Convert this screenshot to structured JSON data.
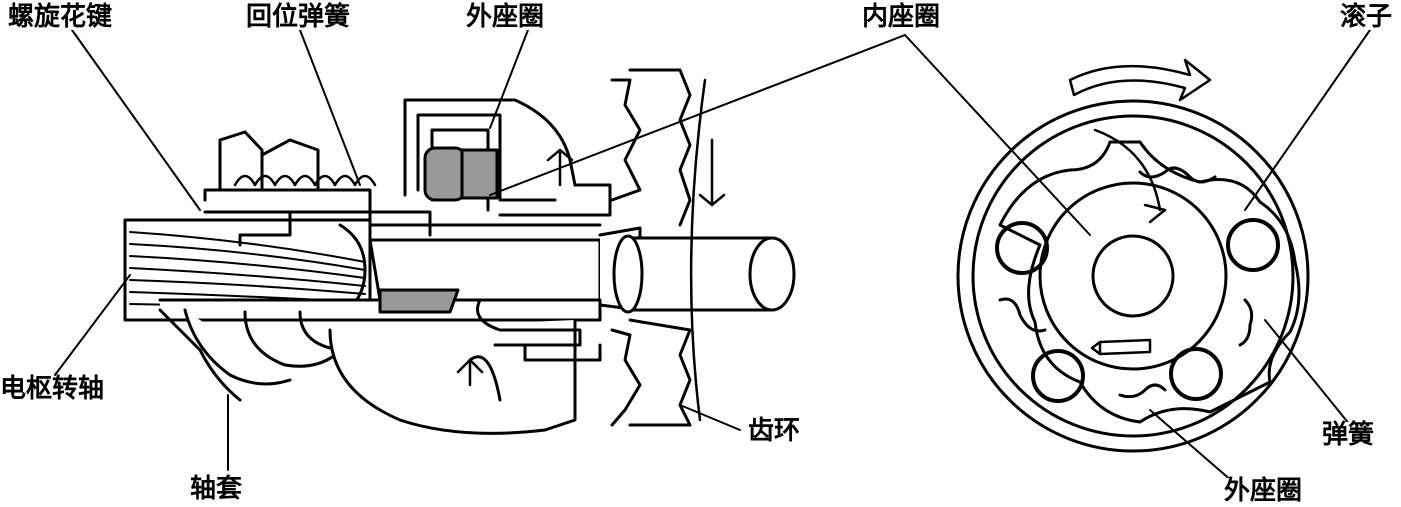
{
  "labels": {
    "helical_spline": "螺旋花键",
    "return_spring": "回位弹簧",
    "outer_race_top": "外座圈",
    "inner_race": "内座圈",
    "roller": "滚子",
    "armature_shaft": "电枢转轴",
    "sleeve": "轴套",
    "ring_gear": "齿环",
    "spring": "弹簧",
    "outer_race_bottom": "外座圈"
  },
  "colors": {
    "stroke": "#000000",
    "fill": "#ffffff",
    "shaded": "#999999"
  }
}
